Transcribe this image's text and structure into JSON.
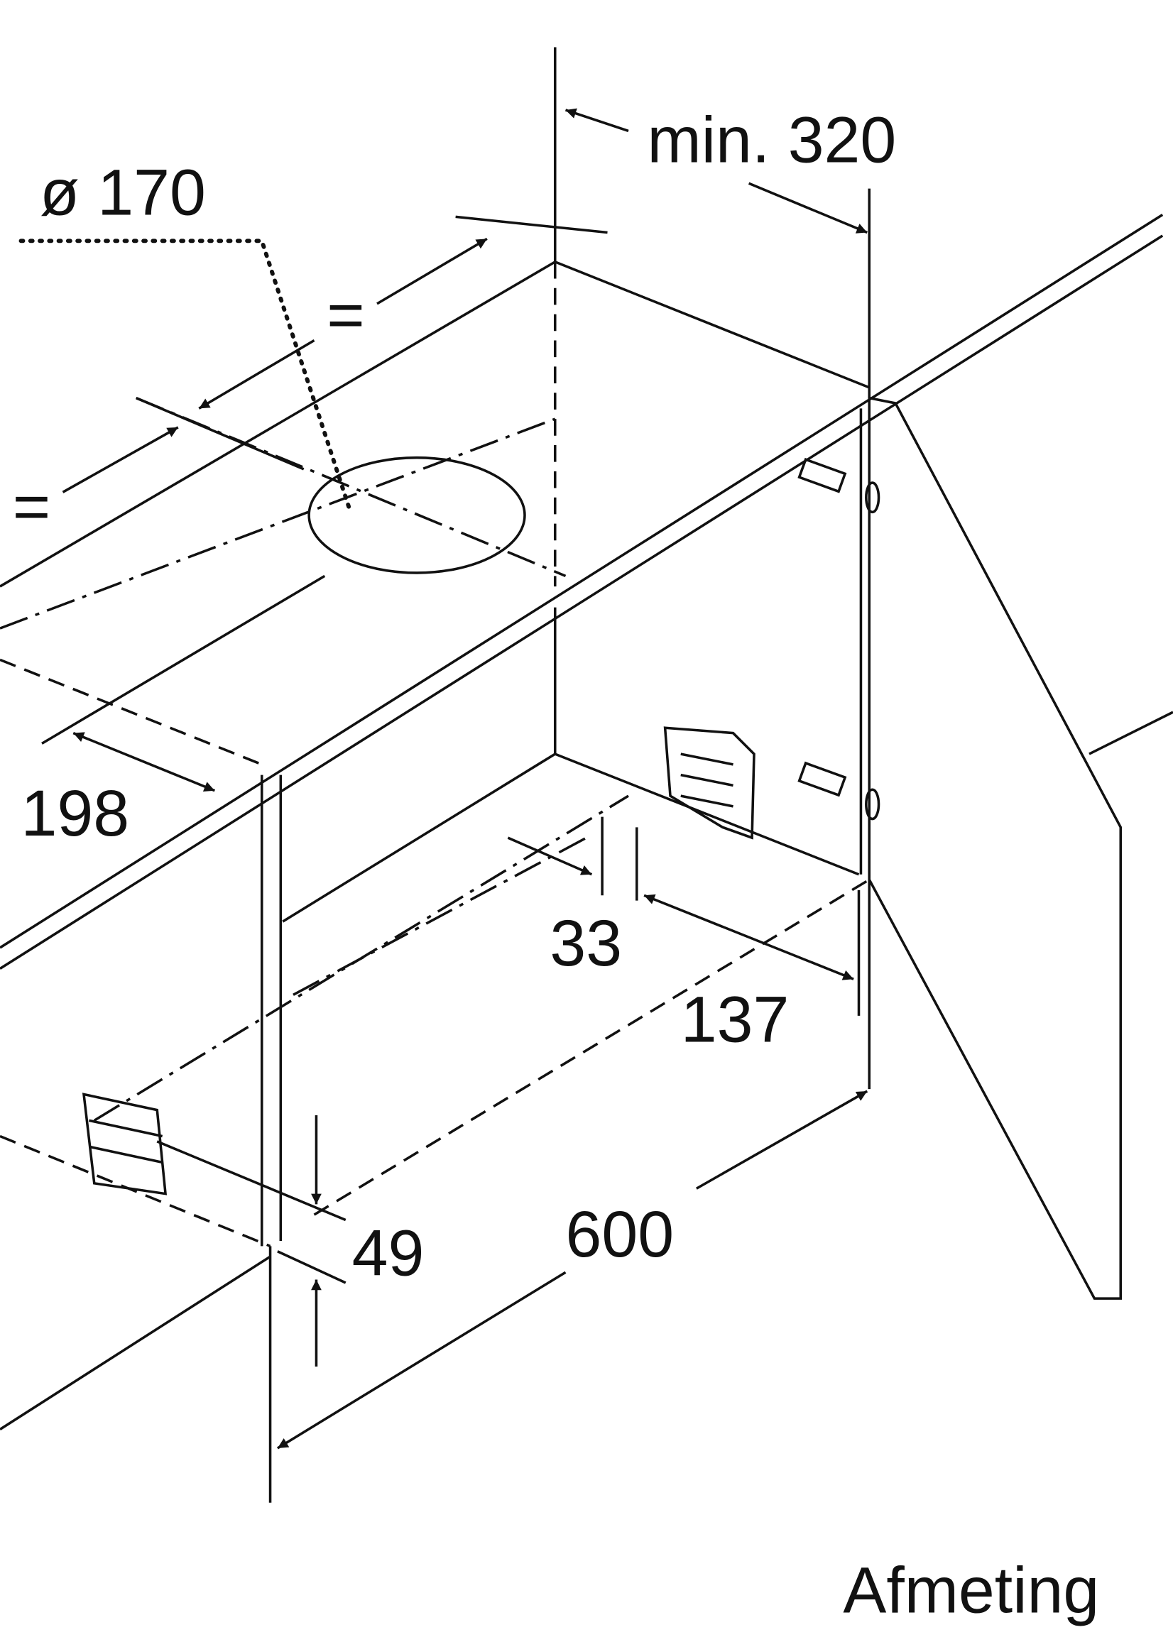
{
  "diagram": {
    "labels": {
      "diameter": "ø 170",
      "min_depth": "min. 320",
      "equal_a": "=",
      "equal_b": "=",
      "d198": "198",
      "d33": "33",
      "d137": "137",
      "d600": "600",
      "d49": "49",
      "caption": "Afmeting"
    }
  }
}
